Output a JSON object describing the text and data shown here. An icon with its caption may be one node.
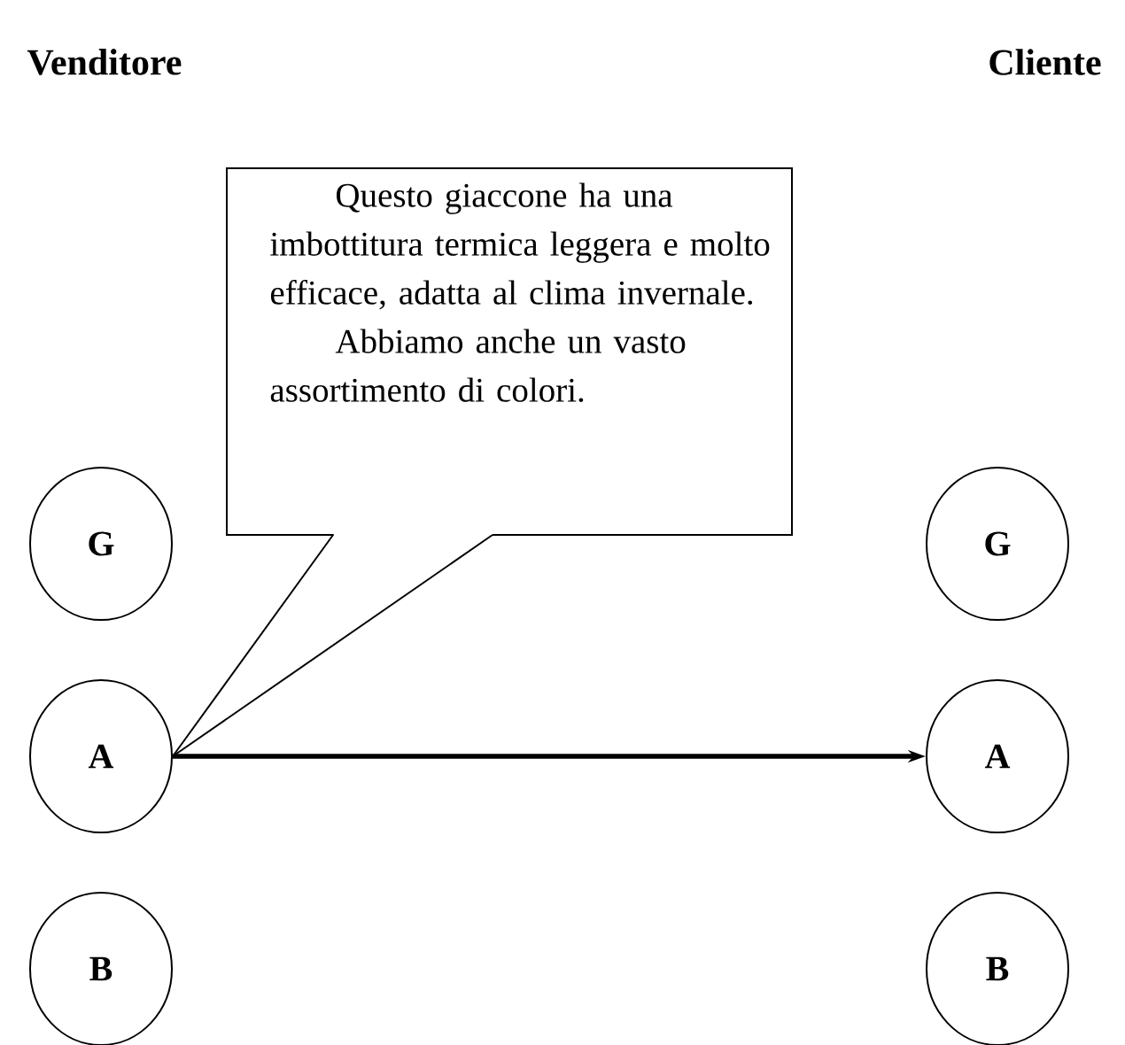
{
  "diagram": {
    "nodes": [
      {
        "text": [
          "Questo giaccone ha una imbottitura termica leggera e molto efficace, adatta al clima invernale.",
          "Abbiamo anche un vasto assortimento di colori."
        ]
      },
      {
        "text": [
          "G"
        ]
      },
      {
        "text": [
          "A"
        ]
      },
      {
        "text": [
          "B"
        ]
      },
      {
        "text": [
          "G"
        ]
      },
      {
        "text": [
          "A"
        ]
      },
      {
        "text": [
          "B"
        ]
      }
    ],
    "edges": [
      {
        "from": 0,
        "to": 2,
        "arrow": "none"
      },
      {
        "from": 2,
        "to": 5,
        "arrow": "to",
        "style": "thick"
      }
    ],
    "labels": [
      "Venditore",
      "Cliente"
    ]
  }
}
